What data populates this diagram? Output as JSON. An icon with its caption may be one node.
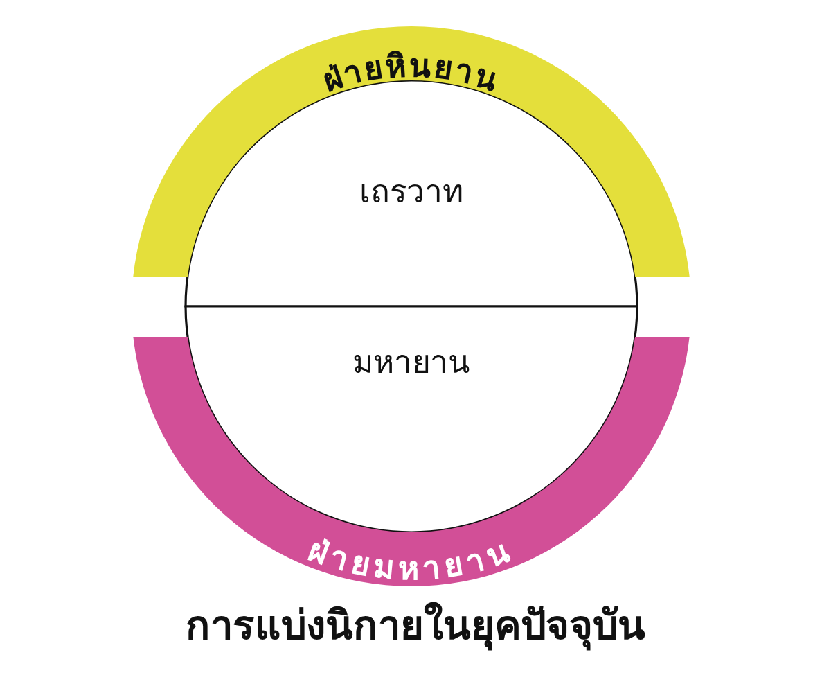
{
  "diagram": {
    "caption": "การแบ่งนิกายในยุคปัจจุบัน",
    "nodes": [
      {
        "text": [
          "ฝ่ายหินยาน"
        ]
      },
      {
        "text": [
          "เถรวาท"
        ]
      },
      {
        "text": [
          "มหายาน"
        ]
      },
      {
        "text": [
          "ฝ่ายมหายาน"
        ]
      }
    ]
  }
}
